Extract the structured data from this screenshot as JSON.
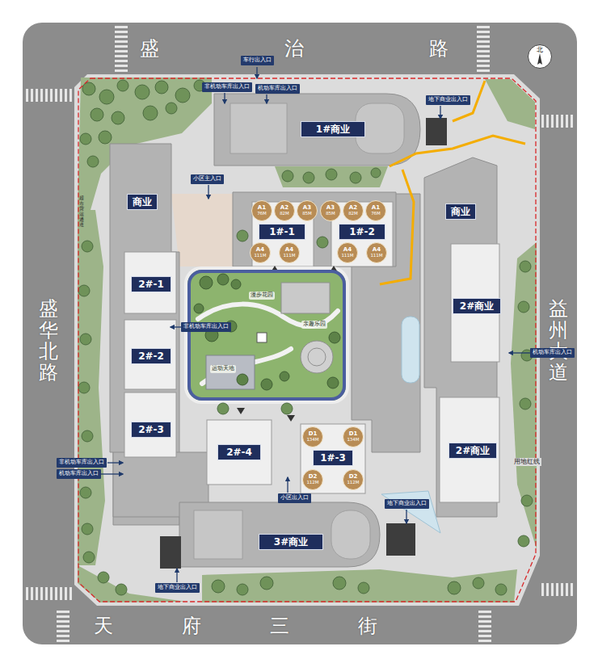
{
  "diagram": {
    "nodes": [
      {
        "text": [
          "盛治路"
        ]
      },
      {
        "text": [
          "北"
        ]
      },
      {
        "text": [
          "车行出入口"
        ]
      },
      {
        "text": [
          "非机动车库出入口"
        ]
      },
      {
        "text": [
          "机动车库出入口"
        ]
      },
      {
        "text": [
          "地下商业出入口"
        ]
      },
      {
        "text": [
          "1#商业"
        ]
      },
      {
        "text": [
          "商业"
        ]
      },
      {
        "text": [
          "小区主入口"
        ]
      },
      {
        "text": [
          "盛华北路"
        ]
      },
      {
        "text": [
          "益州大道"
        ]
      },
      {
        "text": [
          "A1",
          "76M"
        ]
      },
      {
        "text": [
          "A2",
          "82M"
        ]
      },
      {
        "text": [
          "A3",
          "85M"
        ]
      },
      {
        "text": [
          "A3",
          "85M"
        ]
      },
      {
        "text": [
          "A2",
          "82M"
        ]
      },
      {
        "text": [
          "A1",
          "76M"
        ]
      },
      {
        "text": [
          "商业"
        ]
      },
      {
        "text": [
          "1#-1"
        ]
      },
      {
        "text": [
          "1#-2"
        ]
      },
      {
        "text": [
          "A4",
          "111M"
        ]
      },
      {
        "text": [
          "A4",
          "111M"
        ]
      },
      {
        "text": [
          "A4",
          "111M"
        ]
      },
      {
        "text": [
          "A4",
          "111M"
        ]
      },
      {
        "text": [
          "2#-1"
        ]
      },
      {
        "text": [
          "漫步花园",
          "亲趣乐园",
          "运动天地"
        ]
      },
      {
        "text": [
          "2#商业"
        ]
      },
      {
        "text": [
          "非机动车库出入口"
        ]
      },
      {
        "text": [
          "2#-2"
        ]
      },
      {
        "text": [
          "机动车库出入口"
        ]
      },
      {
        "text": [
          "2#-3"
        ]
      },
      {
        "text": [
          "2#-4"
        ]
      },
      {
        "text": [
          "D1",
          "134M"
        ]
      },
      {
        "text": [
          "D1",
          "134M"
        ]
      },
      {
        "text": [
          "2#商业"
        ]
      },
      {
        "text": [
          "1#-3"
        ]
      },
      {
        "text": [
          "非机动车库出入口"
        ]
      },
      {
        "text": [
          "机动车库出入口"
        ]
      },
      {
        "text": [
          "D2",
          "112M"
        ]
      },
      {
        "text": [
          "D2",
          "112M"
        ]
      },
      {
        "text": [
          "小区出入口"
        ]
      },
      {
        "text": [
          "地下商业出入口"
        ]
      },
      {
        "text": [
          "3#商业"
        ]
      },
      {
        "text": [
          "地下商业出入口"
        ]
      },
      {
        "text": [
          "天府三街"
        ]
      }
    ],
    "labels": [
      "超市货运通道",
      "用地红线"
    ]
  }
}
